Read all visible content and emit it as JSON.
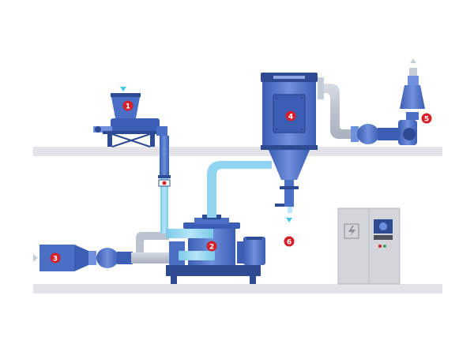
{
  "process": {
    "stations": [
      {
        "id": "feeder",
        "number": "1"
      },
      {
        "id": "mill",
        "number": "2"
      },
      {
        "id": "air-inlet-fan",
        "number": "3"
      },
      {
        "id": "cyclone-filter",
        "number": "4"
      },
      {
        "id": "exhaust-fan",
        "number": "5"
      },
      {
        "id": "product-outlet",
        "number": "6"
      }
    ]
  },
  "colors": {
    "floor": "#e3e3e8",
    "equipment": "#4a6fc4",
    "equipment_dark": "#2e4a93",
    "equipment_light": "#6f90dc",
    "pipe_gray": "#c6ccd6",
    "pipe_light_blue": "#8fd4f0",
    "badge_red": "#d4202a",
    "indicator_cyan": "#47c6e6",
    "cabinet": "#d3d5da"
  },
  "icons": {
    "cabinet_warning": "high-voltage-icon",
    "panel_display": "hmi-screen-icon"
  }
}
